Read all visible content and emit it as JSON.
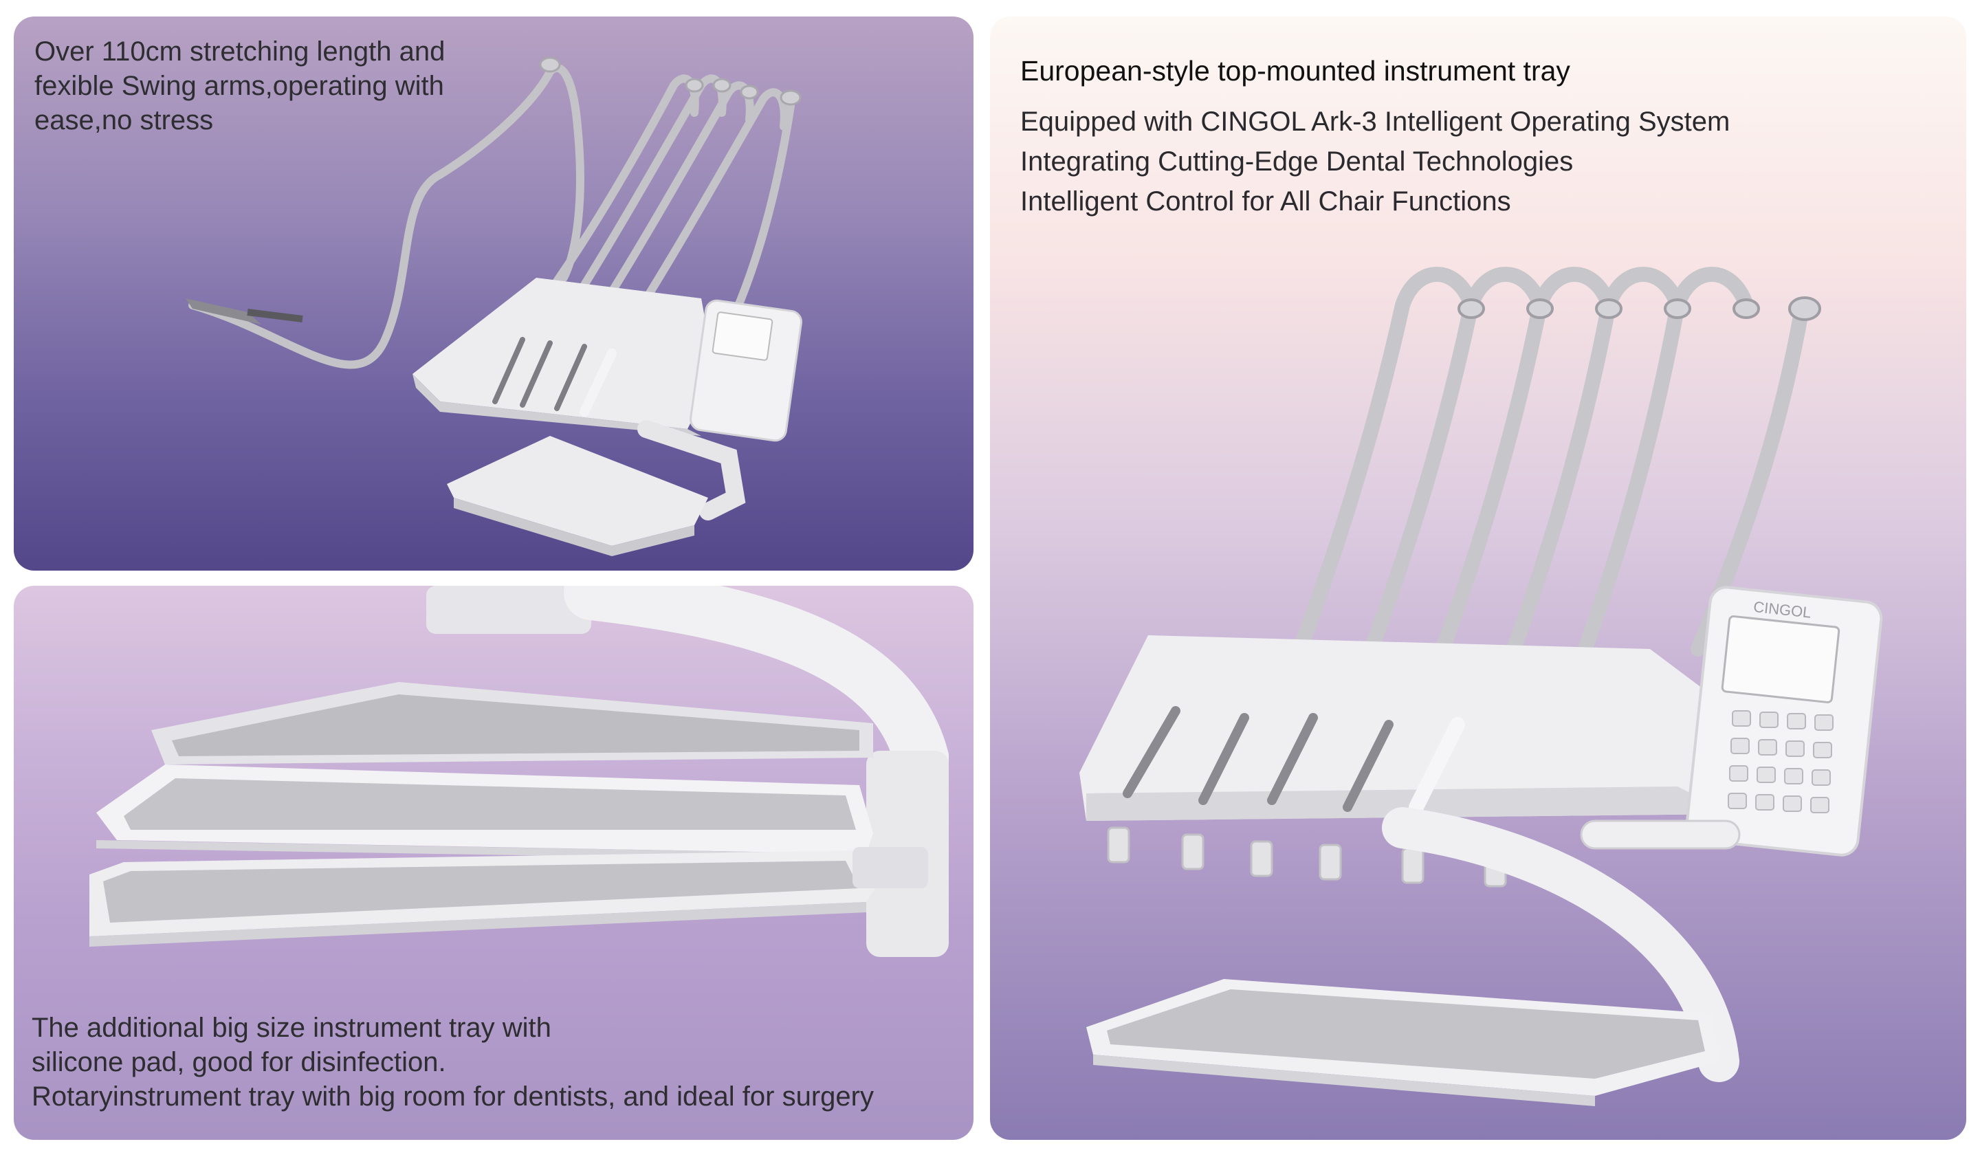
{
  "panels": {
    "swing_arms": {
      "lines": [
        "Over 110cm stretching length and",
        "fexible Swing arms,operating with",
        "ease,no stress"
      ]
    },
    "trays": {
      "lines": [
        "The additional big size instrument tray with",
        "silicone pad, good for disinfection.",
        "Rotaryinstrument tray with big room for dentists, and ideal for surgery"
      ]
    },
    "top_mounted": {
      "title": "European-style top-mounted instrument tray",
      "lines": [
        "Equipped with CINGOL Ark-3 Intelligent Operating System",
        "Integrating Cutting-Edge Dental Technologies",
        "Intelligent Control for All Chair Functions"
      ],
      "brand_label": "CINGOL"
    }
  },
  "colors": {
    "panel_a_bottom": "#53478a",
    "panel_b_mid": "#b9a1cf",
    "panel_c_top": "#fdf8f4",
    "equipment": "#e9e9ec",
    "hose": "#bdbdc2"
  }
}
